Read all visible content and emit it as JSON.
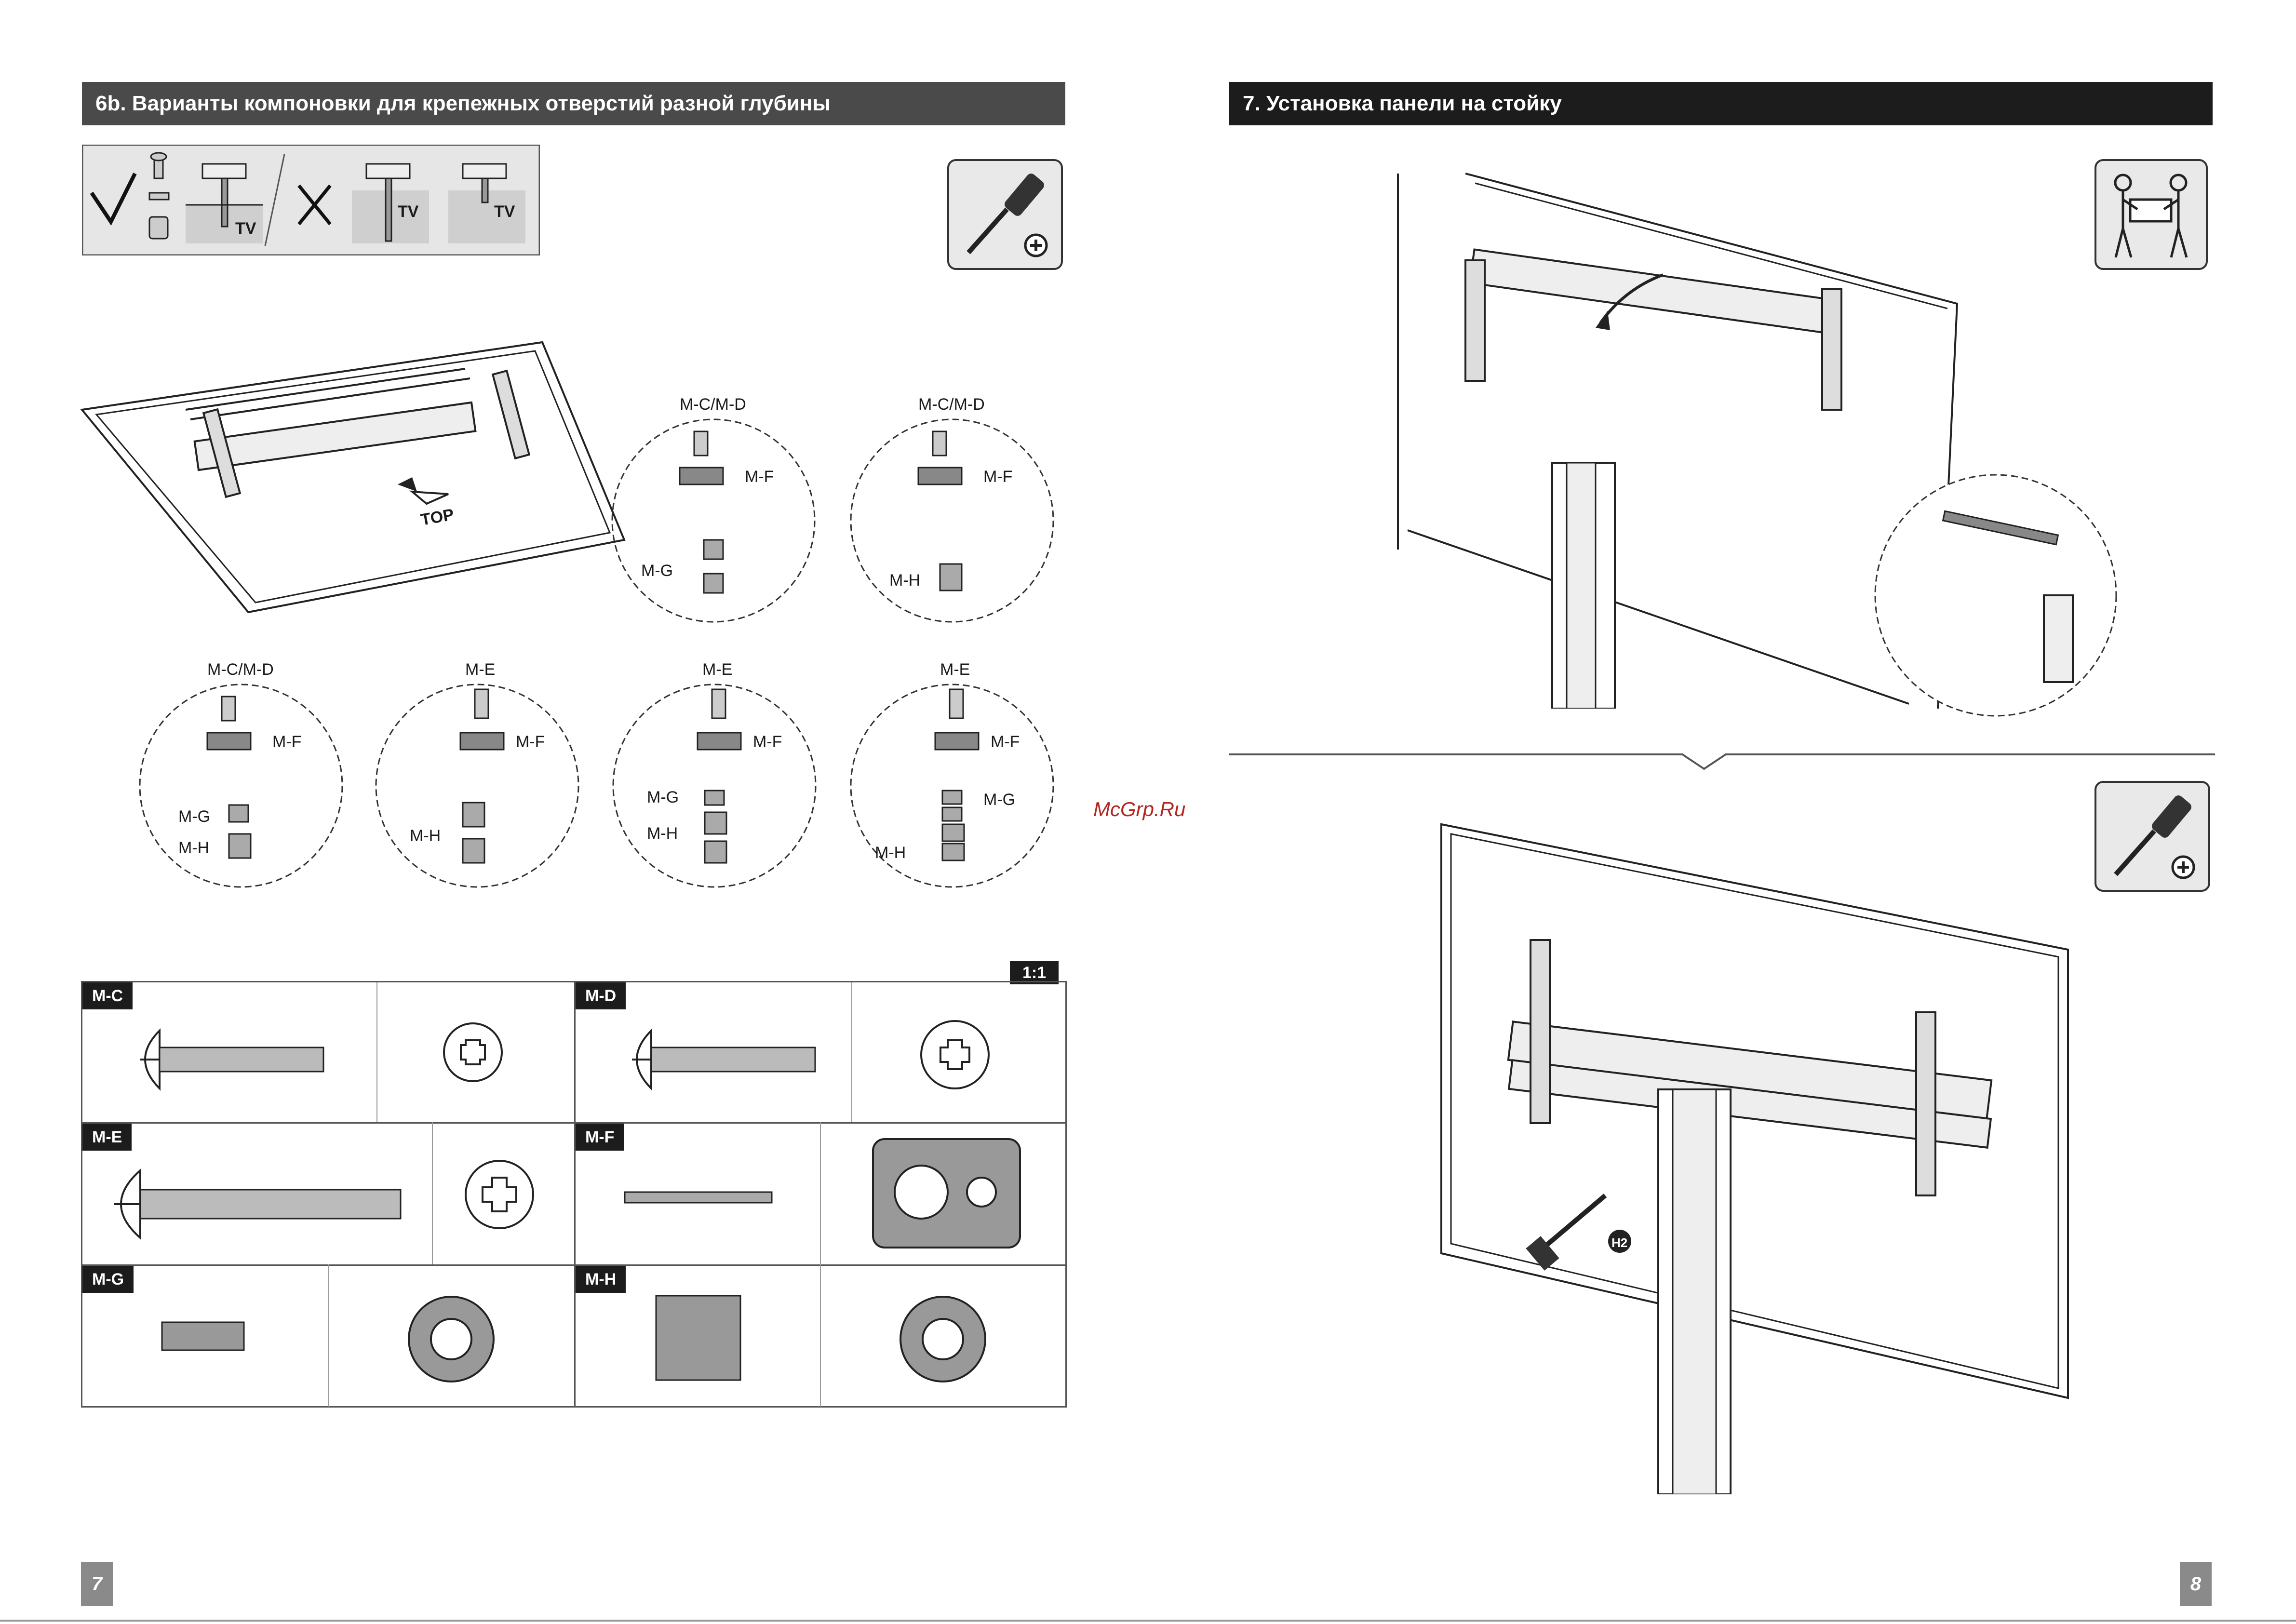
{
  "left_page": {
    "section_title": "6b. Варианты компоновки для крепежных отверстий разной глубины",
    "tv_label": "TV",
    "top_label": "TOP",
    "detail_labels": {
      "mc_md": "M-C/M-D",
      "me": "M-E",
      "mf": "M-F",
      "mg": "M-G",
      "mh": "M-H"
    },
    "parts_table": {
      "scale": "1:1",
      "parts": [
        {
          "code": "M-C"
        },
        {
          "code": "M-D"
        },
        {
          "code": "M-E"
        },
        {
          "code": "M-F"
        },
        {
          "code": "M-G"
        },
        {
          "code": "M-H"
        }
      ]
    },
    "page_number": "7"
  },
  "right_page": {
    "section_title": "7. Установка панели на стойку",
    "h2_label": "H2",
    "page_number": "8"
  },
  "watermark": "McGrp.Ru",
  "icons": [
    "screwdriver-icon",
    "two-person-lift-icon",
    "check-icon",
    "cross-icon"
  ]
}
